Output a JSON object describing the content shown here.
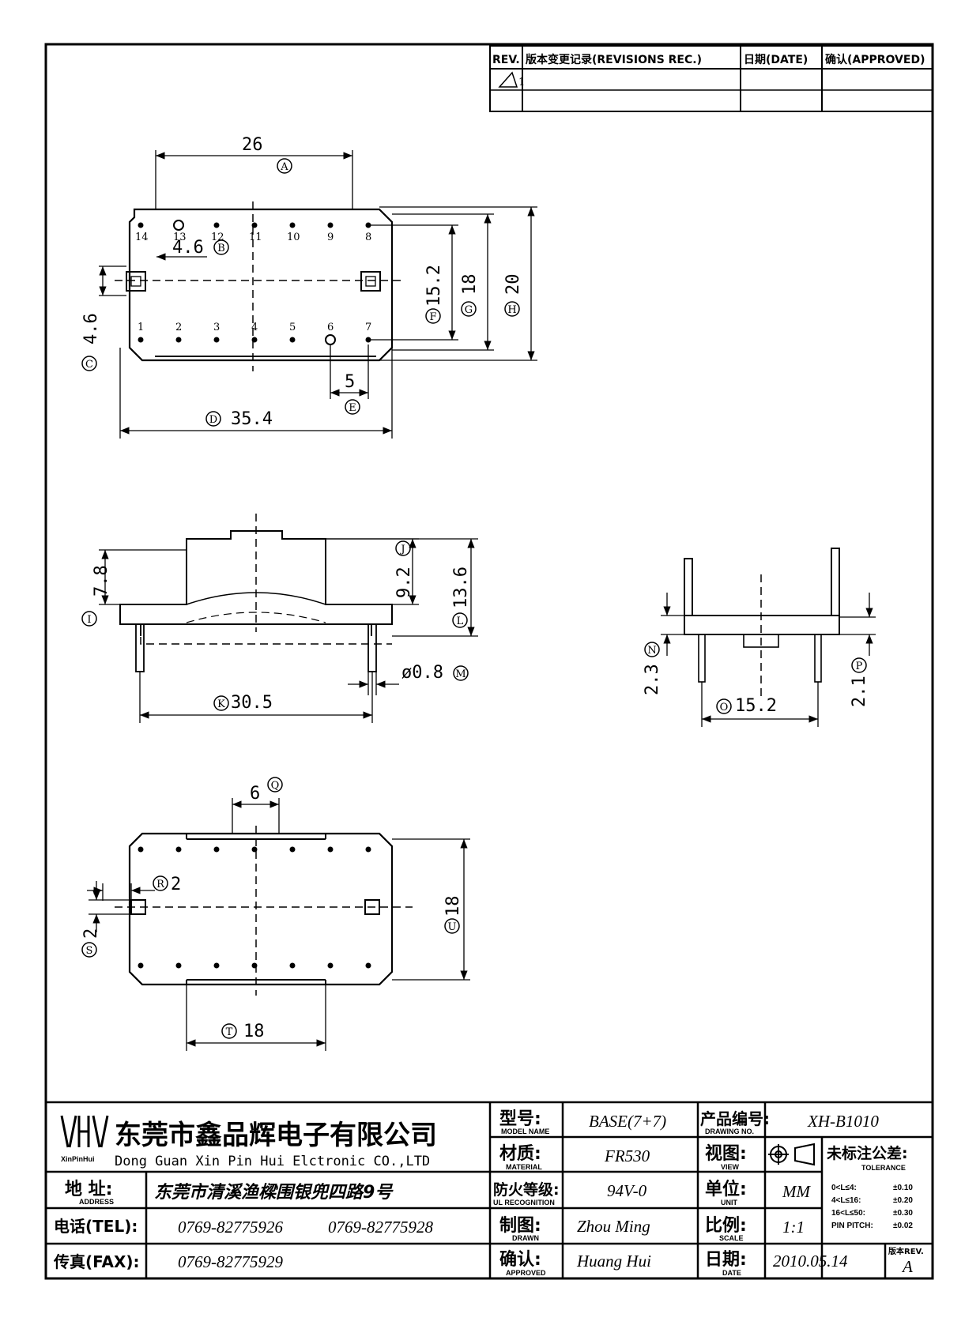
{
  "revision_table": {
    "rev": "REV.",
    "revisions": "版本变更记录(REVISIONS REC.)",
    "date": "日期(DATE)",
    "approved": "确认(APPROVED)"
  },
  "top_view": {
    "pins_top": [
      "14",
      "13",
      "12",
      "11",
      "10",
      "9",
      "8"
    ],
    "pins_bottom": [
      "1",
      "2",
      "3",
      "4",
      "5",
      "6",
      "7"
    ],
    "dim_a": "26",
    "label_a": "A",
    "dim_b": "4.6",
    "label_b": "B",
    "dim_c": "4.6",
    "label_c": "C",
    "dim_d": "35.4",
    "label_d": "D",
    "dim_e": "5",
    "label_e": "E",
    "dim_f": "15.2",
    "label_f": "F",
    "dim_g": "18",
    "label_g": "G",
    "dim_h": "20",
    "label_h": "H"
  },
  "side_view": {
    "dim_i": "7.8",
    "label_i": "I",
    "dim_j": "9.2",
    "label_j": "J",
    "dim_l": "13.6",
    "label_l": "L",
    "dim_k": "30.5",
    "label_k": "K",
    "dim_m": "ø0.8",
    "label_m": "M"
  },
  "end_view": {
    "dim_n": "2.3",
    "label_n": "N",
    "dim_p": "2.1",
    "label_p": "P",
    "dim_o": "15.2",
    "label_o": "O"
  },
  "bottom_view": {
    "dim_q": "6",
    "label_q": "Q",
    "dim_r": "2",
    "label_r": "R",
    "dim_s": "2",
    "label_s": "S",
    "dim_t": "18",
    "label_t": "T",
    "dim_u": "18",
    "label_u": "U"
  },
  "title_block": {
    "company_cn": "东莞市鑫品辉电子有限公司",
    "company_en": "Dong Guan Xin Pin Hui Elctronic CO.,LTD",
    "logo_text": "XinPinHui",
    "address_label_cn": "地  址:",
    "address_label_en": "ADDRESS",
    "address_value": "东莞市清溪渔樑围银兜四路9号",
    "tel_label": "电话(TEL):",
    "tel_1": "0769-82775926",
    "tel_2": "0769-82775928",
    "fax_label": "传真(FAX):",
    "fax_value": "0769-82775929",
    "model_label_cn": "型号:",
    "model_label_en": "MODEL NAME",
    "model_value": "BASE(7+7)",
    "material_label_cn": "材质:",
    "material_label_en": "MATERIAL",
    "material_value": "FR530",
    "ul_label_cn": "防火等级:",
    "ul_label_en": "UL RECOGNITION",
    "ul_value": "94V-0",
    "drawn_label_cn": "制图:",
    "drawn_label_en": "DRAWN",
    "drawn_value": "Zhou Ming",
    "approved_label_cn": "确认:",
    "approved_label_en": "APPROVED",
    "approved_value": "Huang Hui",
    "drawing_no_label_cn": "产品编号:",
    "drawing_no_label_en": "DRAWING NO.",
    "drawing_no_value": "XH-B1010",
    "view_label_cn": "视图:",
    "view_label_en": "VIEW",
    "unit_label_cn": "单位:",
    "unit_label_en": "UNIT",
    "unit_value": "MM",
    "scale_label_cn": "比例:",
    "scale_label_en": "SCALE",
    "scale_value": "1:1",
    "date_label_cn": "日期:",
    "date_label_en": "DATE",
    "date_value": "2010.05.14",
    "tolerance_label_cn": "未标注公差:",
    "tolerance_label_en": "TOLERANCE",
    "tol_rows": [
      {
        "range": "0<L≤4:",
        "value": "±0.10"
      },
      {
        "range": "4<L≤16:",
        "value": "±0.20"
      },
      {
        "range": "16<L≤50:",
        "value": "±0.30"
      },
      {
        "range": "PIN PITCH:",
        "value": "±0.02"
      }
    ],
    "rev_label": "版本REV.",
    "rev_value": "A"
  }
}
